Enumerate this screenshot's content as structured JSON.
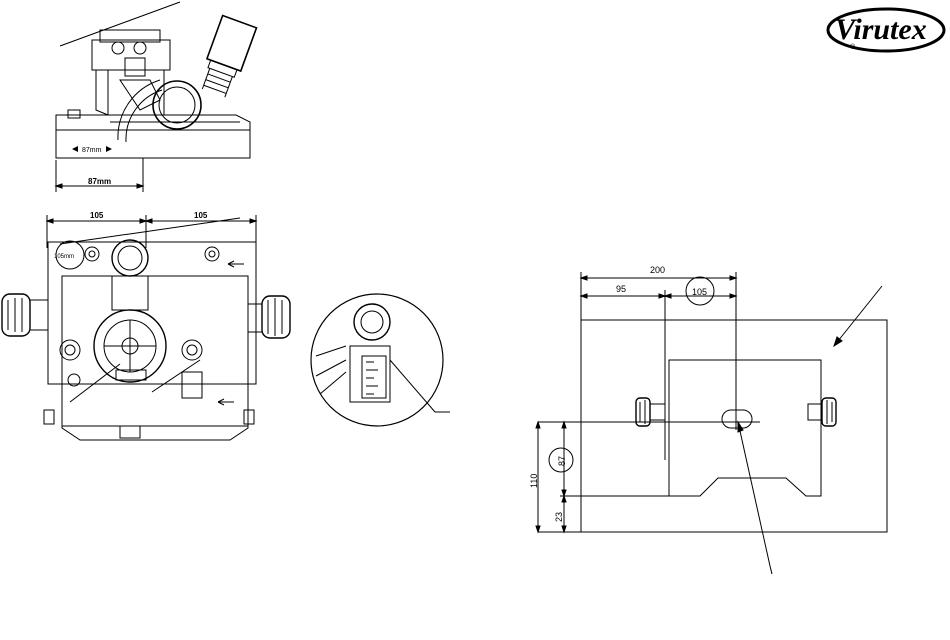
{
  "brand": {
    "logo_text": "Virutex",
    "registered_mark": "®"
  },
  "views": {
    "side_view": {
      "plate_label": "87mm",
      "dim_width": "87mm"
    },
    "top_view": {
      "dim_left": "105",
      "dim_right": "105",
      "plate_label": "105mm"
    },
    "layout_diagram": {
      "dim_total": "200",
      "dim_left": "95",
      "dim_right": "105",
      "dim_height": "110",
      "dim_offset_circled": "87",
      "dim_bottom": "23"
    }
  },
  "colors": {
    "line": "#000000",
    "background": "#ffffff"
  }
}
